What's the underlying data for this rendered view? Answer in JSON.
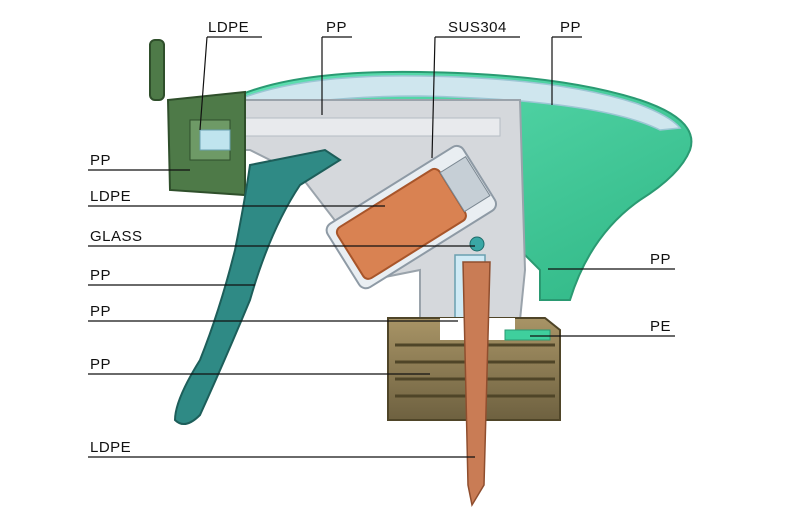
{
  "diagram": {
    "labels": {
      "top_ldpe": "LDPE",
      "top_pp1": "PP",
      "top_sus304": "SUS304",
      "top_pp2": "PP",
      "left_pp_nozzle": "PP",
      "left_ldpe_piston": "LDPE",
      "left_glass": "GLASS",
      "left_pp_trigger": "PP",
      "left_pp_housing": "PP",
      "left_pp_cap": "PP",
      "left_ldpe_tube": "LDPE",
      "right_pp_shroud": "PP",
      "right_pe_gasket": "PE"
    },
    "colors": {
      "shroud_green": "#3fcf9d",
      "nozzle_green": "#4e7a48",
      "trigger_teal": "#2f8a85",
      "piston_orange": "#d98252",
      "cap_olive": "#8a7a4e",
      "housing_gray": "#d5d8dc",
      "tube_orange": "#c97c55",
      "leader_line": "#111111"
    }
  }
}
